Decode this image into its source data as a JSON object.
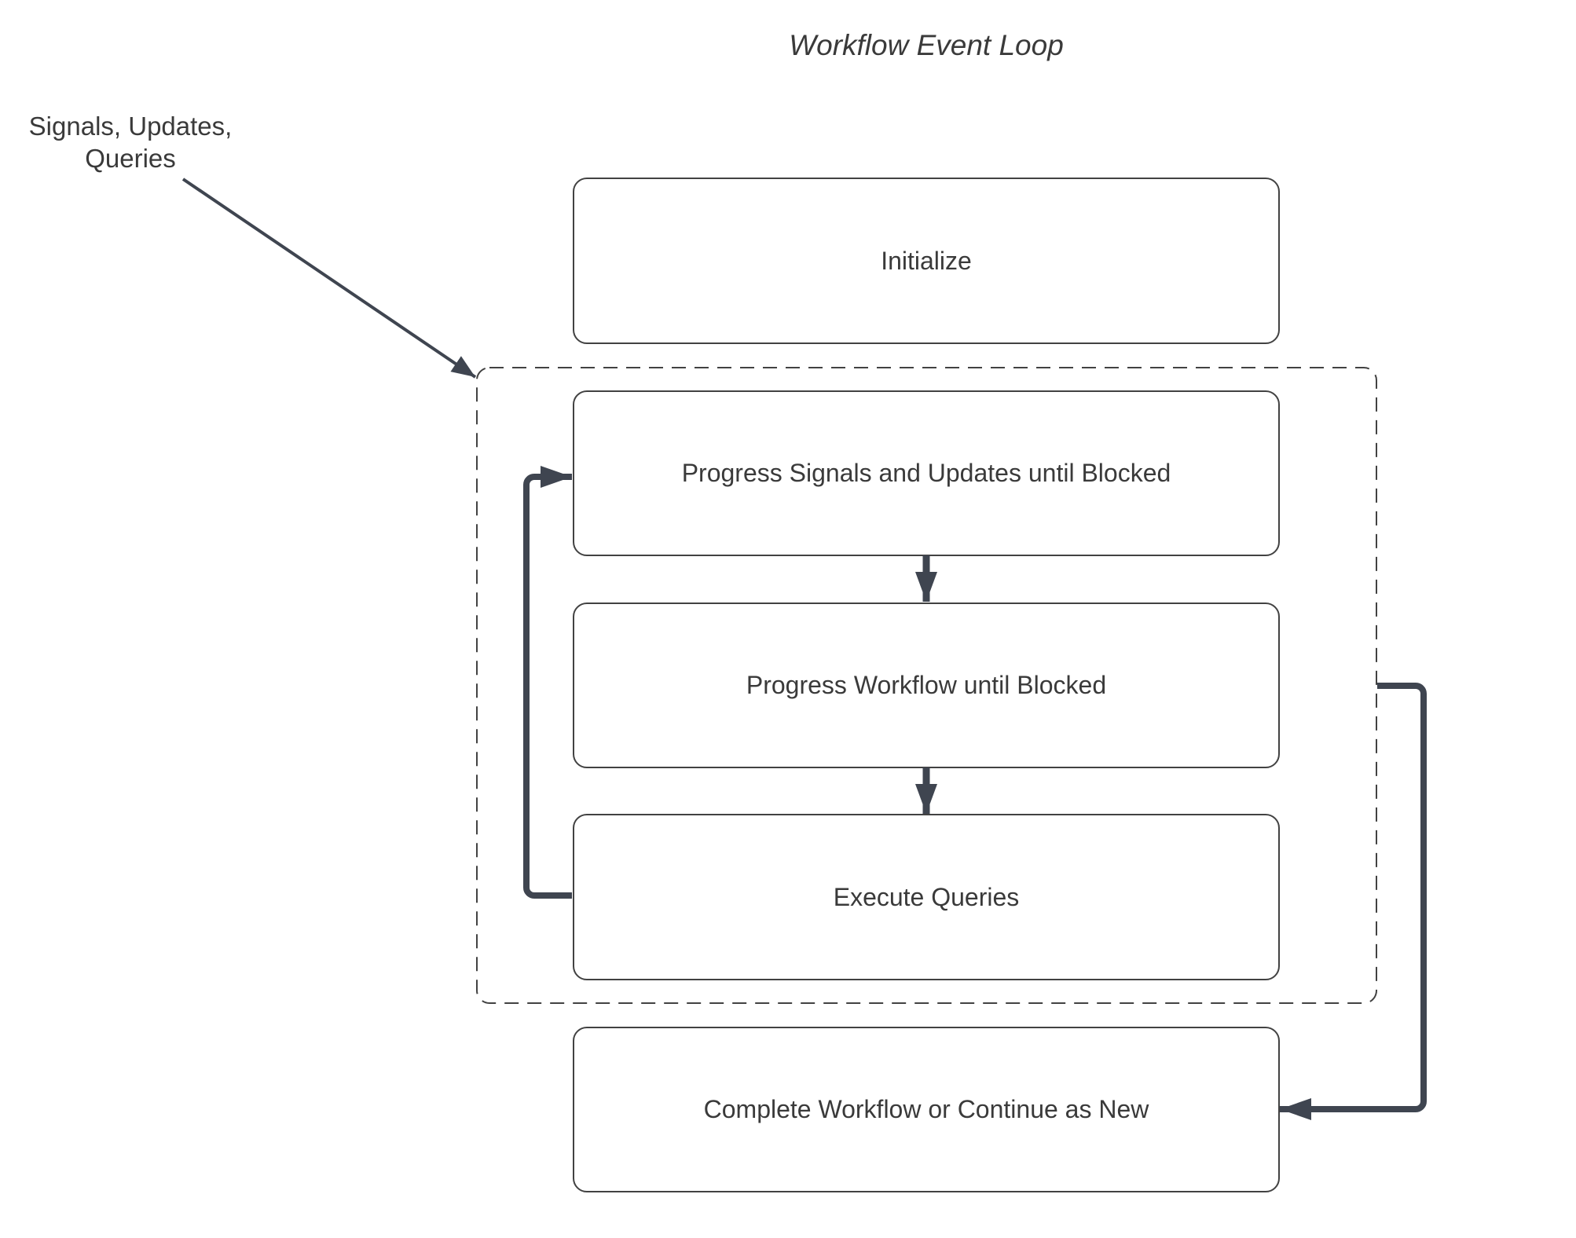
{
  "title": "Workflow Event Loop",
  "side_label": {
    "line1": "Signals, Updates,",
    "line2": "Queries"
  },
  "nodes": {
    "initialize": "Initialize",
    "progress_signals": "Progress Signals and Updates until Blocked",
    "progress_workflow": "Progress Workflow until Blocked",
    "execute_queries": "Execute Queries",
    "complete": "Complete Workflow or Continue as New"
  },
  "edges": [
    {
      "name": "signals-arrow",
      "from": "Signals, Updates, Queries",
      "to": "event-loop-container"
    },
    {
      "name": "down-arrow-1",
      "from": "progress_signals",
      "to": "progress_workflow"
    },
    {
      "name": "down-arrow-2",
      "from": "progress_workflow",
      "to": "execute_queries"
    },
    {
      "name": "loop-back-arrow",
      "from": "execute_queries",
      "to": "progress_signals"
    },
    {
      "name": "exit-arrow",
      "from": "event-loop-container",
      "to": "complete"
    }
  ],
  "colors": {
    "arrow": "#3f4550",
    "border": "#424242",
    "text": "#3a3a3a",
    "background": "#ffffff"
  }
}
